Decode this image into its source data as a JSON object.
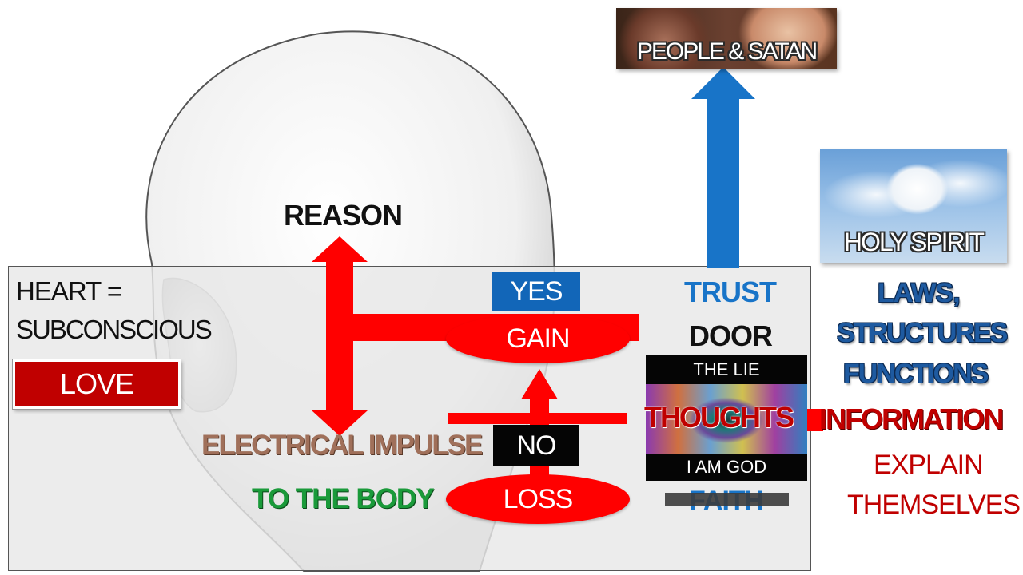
{
  "labels": {
    "reason": "REASON",
    "heart": "HEART =",
    "subconscious": "SUBCONSCIOUS",
    "love": "LOVE",
    "yes": "YES",
    "gain": "GAIN",
    "no": "NO",
    "loss": "LOSS",
    "electrical_impulse": "ELECTRICAL IMPULSE",
    "to_the_body": "TO THE BODY",
    "trust": "TRUST",
    "door": "DOOR",
    "the_lie": "THE LIE",
    "thoughts": "THOUGHTS",
    "i_am_god": "I AM GOD",
    "faith": "FAITH",
    "people_satan": "PEOPLE & SATAN",
    "holy_spirit": "HOLY SPIRIT",
    "laws": "LAWS,",
    "structures": "STRUCTURES",
    "functions": "FUNCTIONS",
    "information": "INFORMATION",
    "explain": "EXPLAIN",
    "themselves": "THEMSELVES"
  },
  "colors": {
    "red": "#ff0000",
    "dark_red": "#c00000",
    "blue": "#1874c8",
    "brown": "#a0705a",
    "green": "#1a9a3a",
    "yes_box": "#1266b8"
  }
}
